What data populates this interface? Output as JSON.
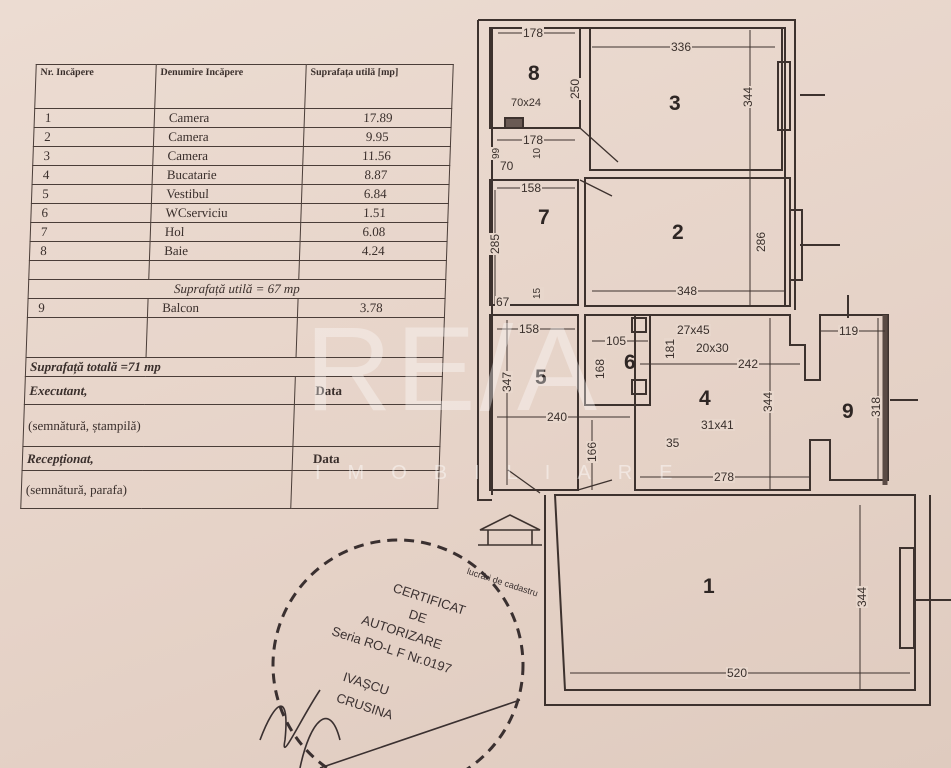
{
  "table": {
    "headers": [
      "Nr. Incăpere",
      "Denumire Incăpere",
      "Suprafața utilă [mp]"
    ],
    "rows": [
      {
        "nr": "1",
        "name": "Camera",
        "area": "17.89"
      },
      {
        "nr": "2",
        "name": "Camera",
        "area": "9.95"
      },
      {
        "nr": "3",
        "name": "Camera",
        "area": "11.56"
      },
      {
        "nr": "4",
        "name": "Bucatarie",
        "area": "8.87"
      },
      {
        "nr": "5",
        "name": "Vestibul",
        "area": "6.84"
      },
      {
        "nr": "6",
        "name": "WCserviciu",
        "area": "1.51"
      },
      {
        "nr": "7",
        "name": "Hol",
        "area": "6.08"
      },
      {
        "nr": "8",
        "name": "Baie",
        "area": "4.24"
      }
    ],
    "useful_total": "Suprafață utilă = 67 mp",
    "balcony": {
      "nr": "9",
      "name": "Balcon",
      "area": "3.78"
    },
    "grand_total": "Suprafață totală =71 mp",
    "executant": "Executant,",
    "executant_sign": "(semnătură, ștampilă)",
    "receptionat": "Recepționat,",
    "receptionat_sign": "(semnătură, parafa)",
    "date_label": "Data"
  },
  "plan": {
    "rooms": [
      "1",
      "2",
      "3",
      "4",
      "5",
      "6",
      "7",
      "8",
      "9"
    ],
    "dims": [
      "178",
      "336",
      "250",
      "344",
      "70x24",
      "178",
      "99",
      "10",
      "70",
      "158",
      "285",
      "286",
      "67",
      "15",
      "348",
      "158",
      "105",
      "27x45",
      "20x30",
      "181",
      "168",
      "242",
      "119",
      "347",
      "344",
      "318",
      "240",
      "31x41",
      "166",
      "35",
      "278",
      "344",
      "520"
    ]
  },
  "stamp": {
    "lines": [
      "CERTIFICAT",
      "DE",
      "AUTORIZARE",
      "Seria RO-L F Nr.0197",
      "IVAȘCU",
      "CRUSINA"
    ],
    "ring": "lucrări de cadastru"
  },
  "watermark": {
    "logo": "RE/A",
    "sub": "IMOBILIARE"
  }
}
